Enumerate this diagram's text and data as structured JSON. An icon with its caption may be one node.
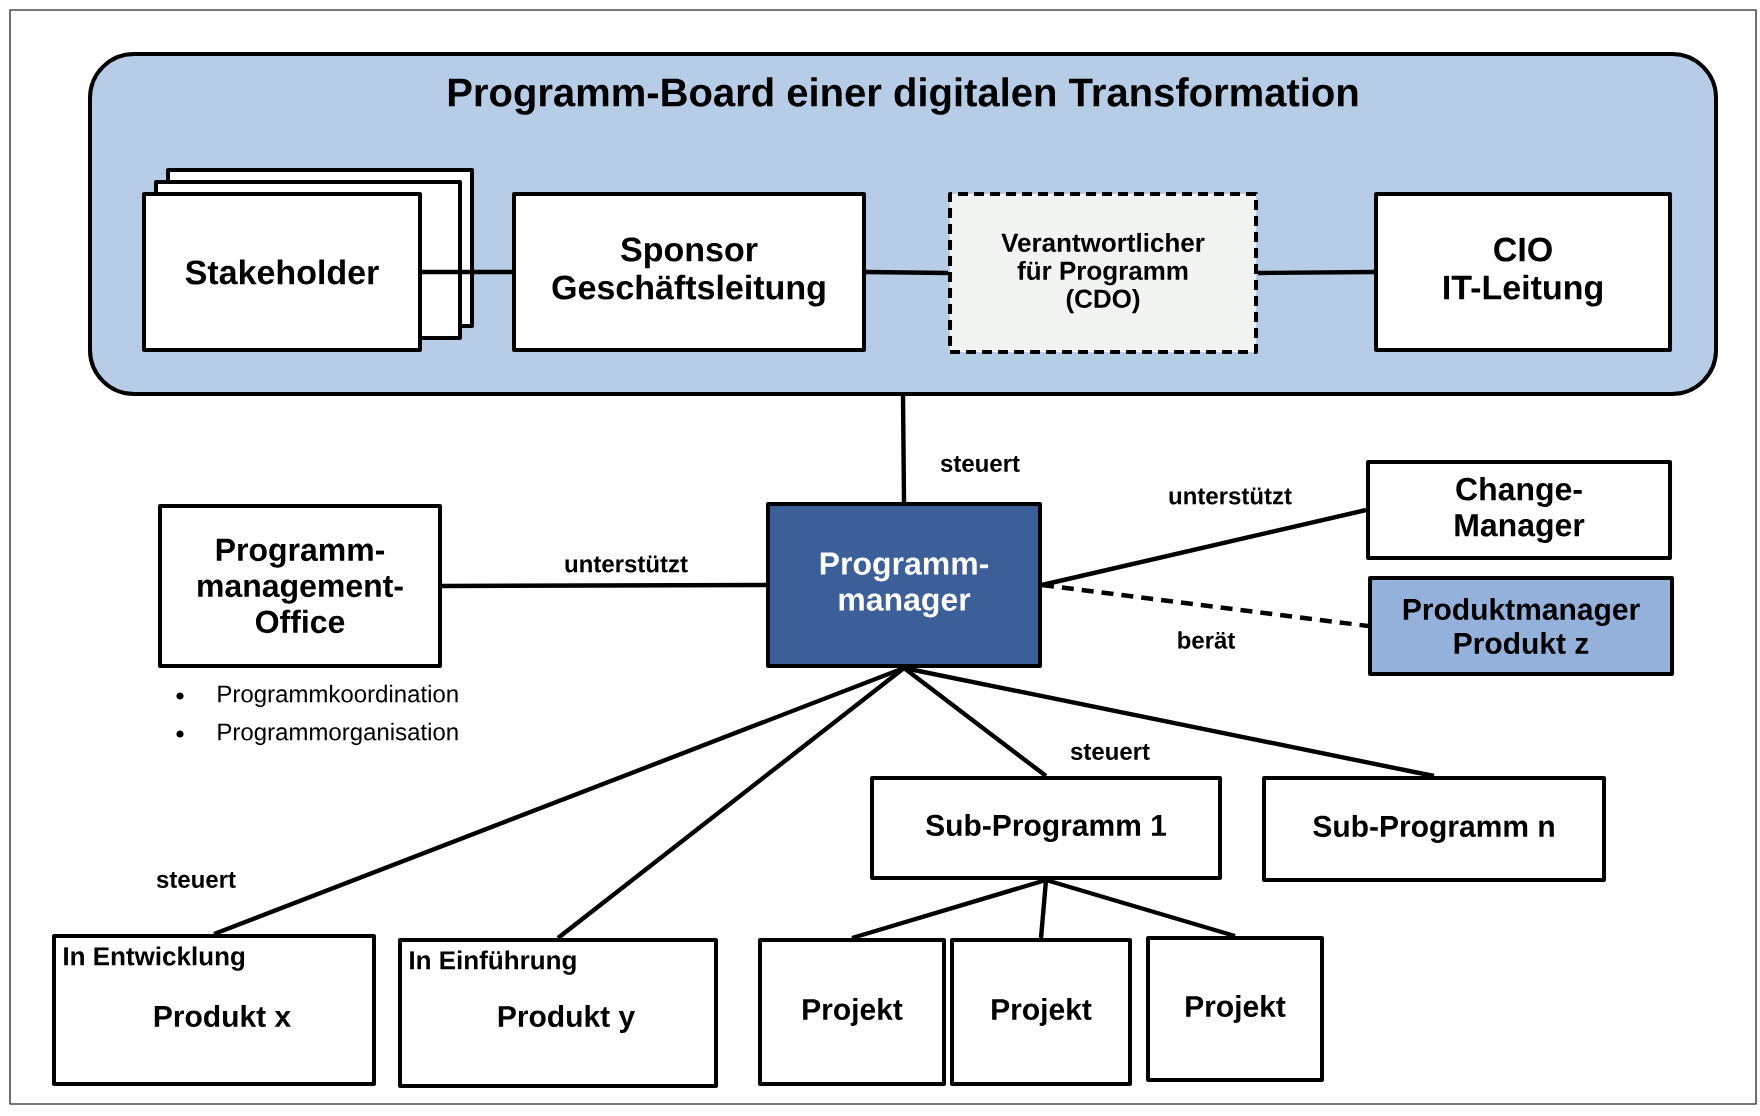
{
  "diagram": {
    "nodes": [
      {
        "text": [
          "Programm-Board einer digitalen Transformation"
        ]
      },
      {
        "text": [
          "Stakeholder"
        ],
        "in": 0
      },
      {
        "text": [
          "Sponsor Geschäftsleitung"
        ],
        "in": 0
      },
      {
        "text": [
          "Verantwortlicher für Programm (CDO)"
        ],
        "in": 0
      },
      {
        "text": [
          "CIO IT-Leitung"
        ],
        "in": 0
      },
      {
        "text": [
          "Programm- management- Office"
        ],
        "beside": [
          "Programmkoordination",
          "Programmorganisation"
        ]
      },
      {
        "text": [
          "Programm- manager"
        ]
      },
      {
        "text": [
          "Change- Manager"
        ]
      },
      {
        "text": [
          "Produktmanager Produkt z"
        ]
      },
      {
        "text": [
          "Sub-Programm 1"
        ]
      },
      {
        "text": [
          "Sub-Programm n"
        ]
      },
      {
        "text": [
          "In Entwicklung",
          "Produkt x"
        ]
      },
      {
        "text": [
          "In Einführung",
          "Produkt y"
        ]
      },
      {
        "text": [
          "Projekt"
        ]
      },
      {
        "text": [
          "Projekt"
        ]
      },
      {
        "text": [
          "Projekt"
        ]
      }
    ],
    "edges": [
      {
        "from": 1,
        "to": 2,
        "arrow": "none"
      },
      {
        "from": 2,
        "to": 3,
        "arrow": "none"
      },
      {
        "from": 3,
        "to": 4,
        "arrow": "none"
      },
      {
        "from": 0,
        "to": 6,
        "arrow": "none",
        "label": "steuert"
      },
      {
        "from": 5,
        "to": 6,
        "arrow": "none",
        "label": "unterstützt"
      },
      {
        "from": 6,
        "to": 7,
        "arrow": "none",
        "label": "unterstützt"
      },
      {
        "from": 6,
        "to": 8,
        "arrow": "none",
        "label": "berät",
        "style": "dashed"
      },
      {
        "from": 6,
        "to": 9,
        "arrow": "none",
        "label": "steuert"
      },
      {
        "from": 6,
        "to": 10,
        "arrow": "none"
      },
      {
        "from": 6,
        "to": 11,
        "arrow": "none",
        "label": "steuert"
      },
      {
        "from": 6,
        "to": 12,
        "arrow": "none"
      },
      {
        "from": 9,
        "to": 13,
        "arrow": "none"
      },
      {
        "from": 9,
        "to": 14,
        "arrow": "none"
      },
      {
        "from": 9,
        "to": 15,
        "arrow": "none"
      }
    ]
  }
}
